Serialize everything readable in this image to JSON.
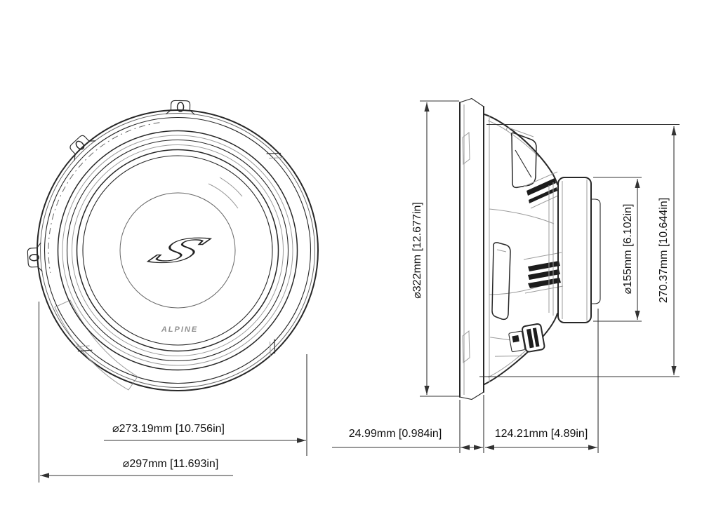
{
  "colors": {
    "line": "#272727",
    "light": "#9b9b9b",
    "dimline": "#333333",
    "text": "#111111",
    "logo": "#8f8f8f",
    "bg": "#ffffff"
  },
  "front_view": {
    "center_logo": "S",
    "brand_logo": "ALPINE",
    "dims": {
      "cutout_diameter": "⌀273.19mm [10.756in]",
      "outer_diameter": "⌀297mm [11.693in]"
    }
  },
  "side_view": {
    "dims": {
      "flange_diameter": "⌀322mm [12.677in]",
      "magnet_diameter": "⌀155mm [6.102in]",
      "frame_diameter": "270.37mm [10.644in]",
      "front_protrusion": "24.99mm [0.984in]",
      "mounting_depth": "124.21mm [4.89in]"
    }
  }
}
